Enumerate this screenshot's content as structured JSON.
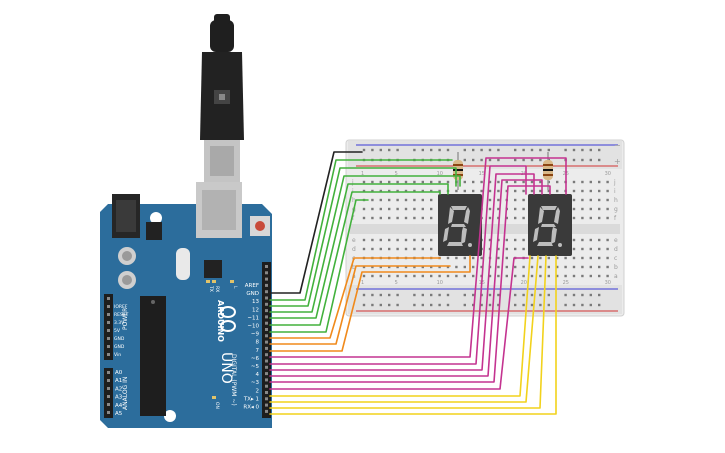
{
  "board": {
    "brand": "ARDUINO",
    "model": "UNO",
    "digital_label": "DIGITAL (PWM ~)",
    "power_label": "POWER",
    "analog_label": "ANALOG IN",
    "led_labels": [
      "TX",
      "RX",
      "L",
      "ON"
    ],
    "top_header_labels": [
      "AREF",
      "GND",
      "13",
      "12",
      "~11",
      "~10",
      "~9",
      "8",
      "7",
      "~6",
      "~5",
      "4",
      "~3",
      "2",
      "TX▸ 1",
      "RX◂ 0"
    ],
    "power_pin_labels": [
      "IOREF",
      "RESET",
      "3.3V",
      "5V",
      "GND",
      "GND",
      "Vin"
    ],
    "analog_pin_labels": [
      "A0",
      "A1",
      "A2",
      "A3",
      "A4",
      "A5"
    ]
  },
  "breadboard": {
    "row_letters": [
      "j",
      "i",
      "h",
      "g",
      "f",
      "e",
      "d",
      "c",
      "b",
      "a"
    ],
    "column_numbers": [
      "1",
      "5",
      "10",
      "15",
      "20",
      "25",
      "30"
    ],
    "plus_sign": "+",
    "minus_sign": "−"
  },
  "colors": {
    "board_blue": "#2c6d9c",
    "wire_green": "#42b13c",
    "wire_orange": "#f08a1c",
    "wire_magenta": "#c43390",
    "wire_yellow": "#f2d21c",
    "wire_black": "#222222",
    "display_body": "#3a3a3a"
  },
  "icons": [
    "usb-cable-icon",
    "seven-segment-display-icon",
    "resistor-icon"
  ]
}
